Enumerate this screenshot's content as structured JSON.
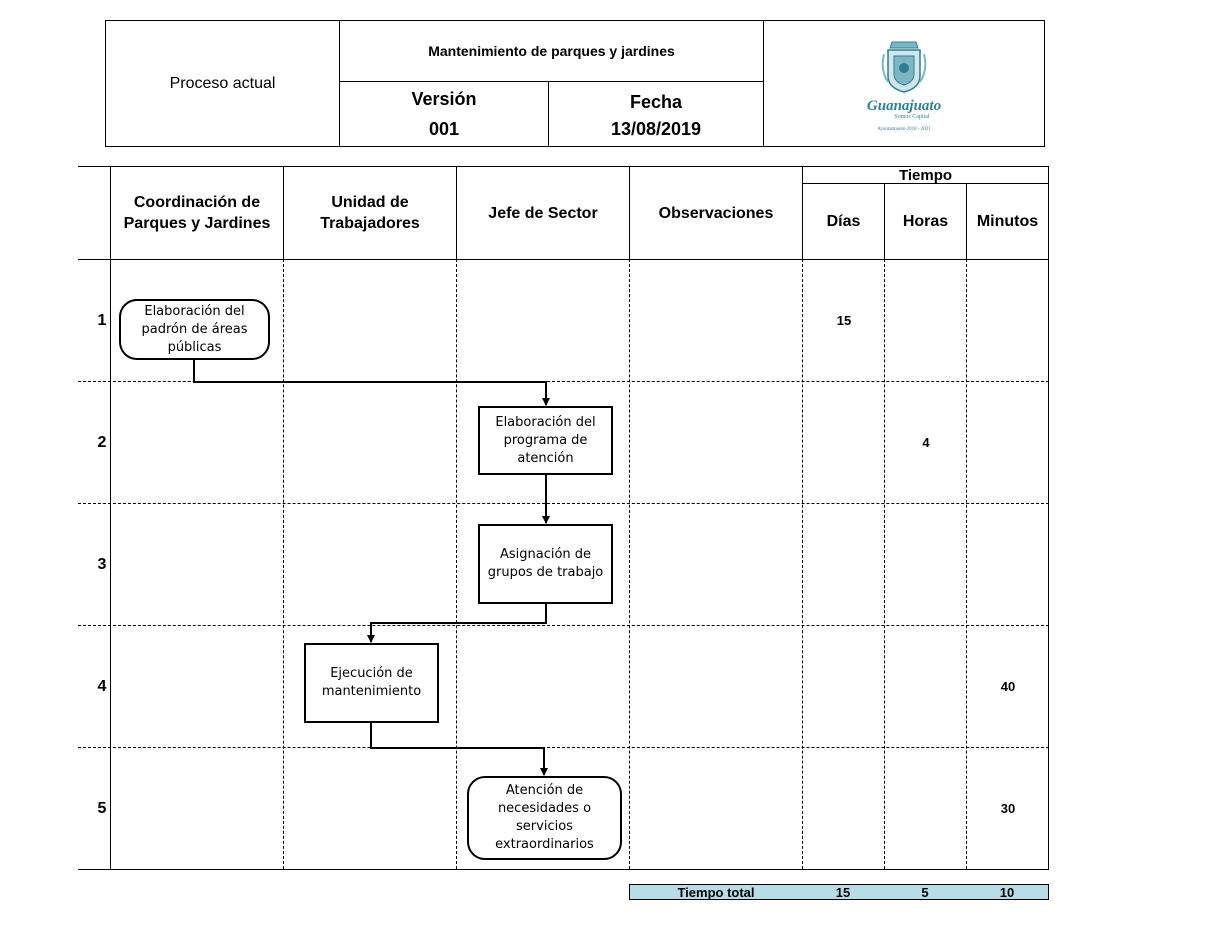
{
  "header": {
    "left_label": "Proceso actual",
    "title": "Mantenimiento de parques y jardines",
    "version_label": "Versión",
    "version_value": "001",
    "date_label": "Fecha",
    "date_value": "13/08/2019",
    "logo": {
      "name": "Guanajuato",
      "tagline": "Somos Capital",
      "footer": "Ayuntamiento 2018 - 2021",
      "colors": {
        "primary": "#2f7f93",
        "secondary": "#7fb6c4"
      }
    }
  },
  "table": {
    "columns": [
      {
        "id": "coordinacion",
        "label": "Coordinación de Parques y Jardines"
      },
      {
        "id": "unidad",
        "label": "Unidad de Trabajadores"
      },
      {
        "id": "jefe",
        "label": "Jefe de Sector"
      },
      {
        "id": "observaciones",
        "label": "Observaciones"
      }
    ],
    "time_group_label": "Tiempo",
    "time_columns": [
      "Días",
      "Horas",
      "Minutos"
    ],
    "rows": [
      {
        "number": "1",
        "dias": "15",
        "horas": "",
        "minutos": ""
      },
      {
        "number": "2",
        "dias": "",
        "horas": "4",
        "minutos": ""
      },
      {
        "number": "3",
        "dias": "",
        "horas": "",
        "minutos": ""
      },
      {
        "number": "4",
        "dias": "",
        "horas": "",
        "minutos": "40"
      },
      {
        "number": "5",
        "dias": "",
        "horas": "",
        "minutos": "30"
      }
    ]
  },
  "flow": {
    "steps": [
      {
        "label": "Elaboración del padrón de áreas públicas",
        "lane": "coordinacion",
        "row": 1,
        "shape": "terminator"
      },
      {
        "label": "Elaboración del programa de atención",
        "lane": "jefe",
        "row": 2,
        "shape": "process"
      },
      {
        "label": "Asignación de grupos de trabajo",
        "lane": "jefe",
        "row": 3,
        "shape": "process"
      },
      {
        "label": "Ejecución de mantenimiento",
        "lane": "unidad",
        "row": 4,
        "shape": "process"
      },
      {
        "label": "Atención de necesidades o servicios extraordinarios",
        "lane": "jefe",
        "row": 5,
        "shape": "terminator"
      }
    ]
  },
  "totals": {
    "label": "Tiempo total",
    "dias": "15",
    "horas": "5",
    "minutos": "10",
    "fill_color": "#b9dde8"
  }
}
